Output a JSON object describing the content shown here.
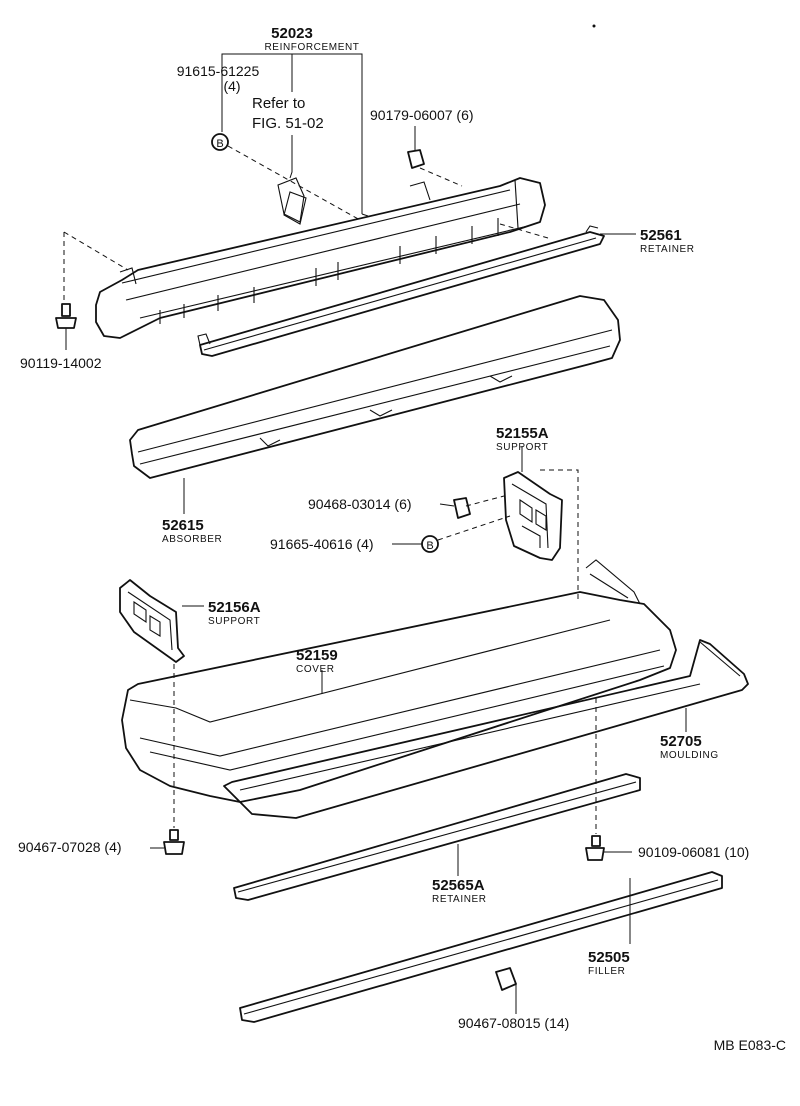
{
  "diagram_code": "MB E083-C",
  "callout_symbol": "B",
  "parts": {
    "p52023": {
      "number": "52023",
      "name": "REINFORCEMENT"
    },
    "p91615": {
      "number": "91615-61225",
      "qty": "(4)"
    },
    "refer": {
      "line1": "Refer to",
      "line2": "FIG. 51-02"
    },
    "p90179": {
      "number": "90179-06007 (6)"
    },
    "p52561": {
      "number": "52561",
      "name": "RETAINER"
    },
    "p90119": {
      "number": "90119-14002"
    },
    "p52155a": {
      "number": "52155A",
      "name": "SUPPORT"
    },
    "p90468": {
      "number": "90468-03014 (6)"
    },
    "p52615": {
      "number": "52615",
      "name": "ABSORBER"
    },
    "p91665": {
      "number": "91665-40616 (4)"
    },
    "p52156a": {
      "number": "52156A",
      "name": "SUPPORT"
    },
    "p52159": {
      "number": "52159",
      "name": "COVER"
    },
    "p52705": {
      "number": "52705",
      "name": "MOULDING"
    },
    "p90467a": {
      "number": "90467-07028 (4)"
    },
    "p90109": {
      "number": "90109-06081 (10)"
    },
    "p52565a": {
      "number": "52565A",
      "name": "RETAINER"
    },
    "p52505": {
      "number": "52505",
      "name": "FILLER"
    },
    "p90467b": {
      "number": "90467-08015 (14)"
    }
  }
}
